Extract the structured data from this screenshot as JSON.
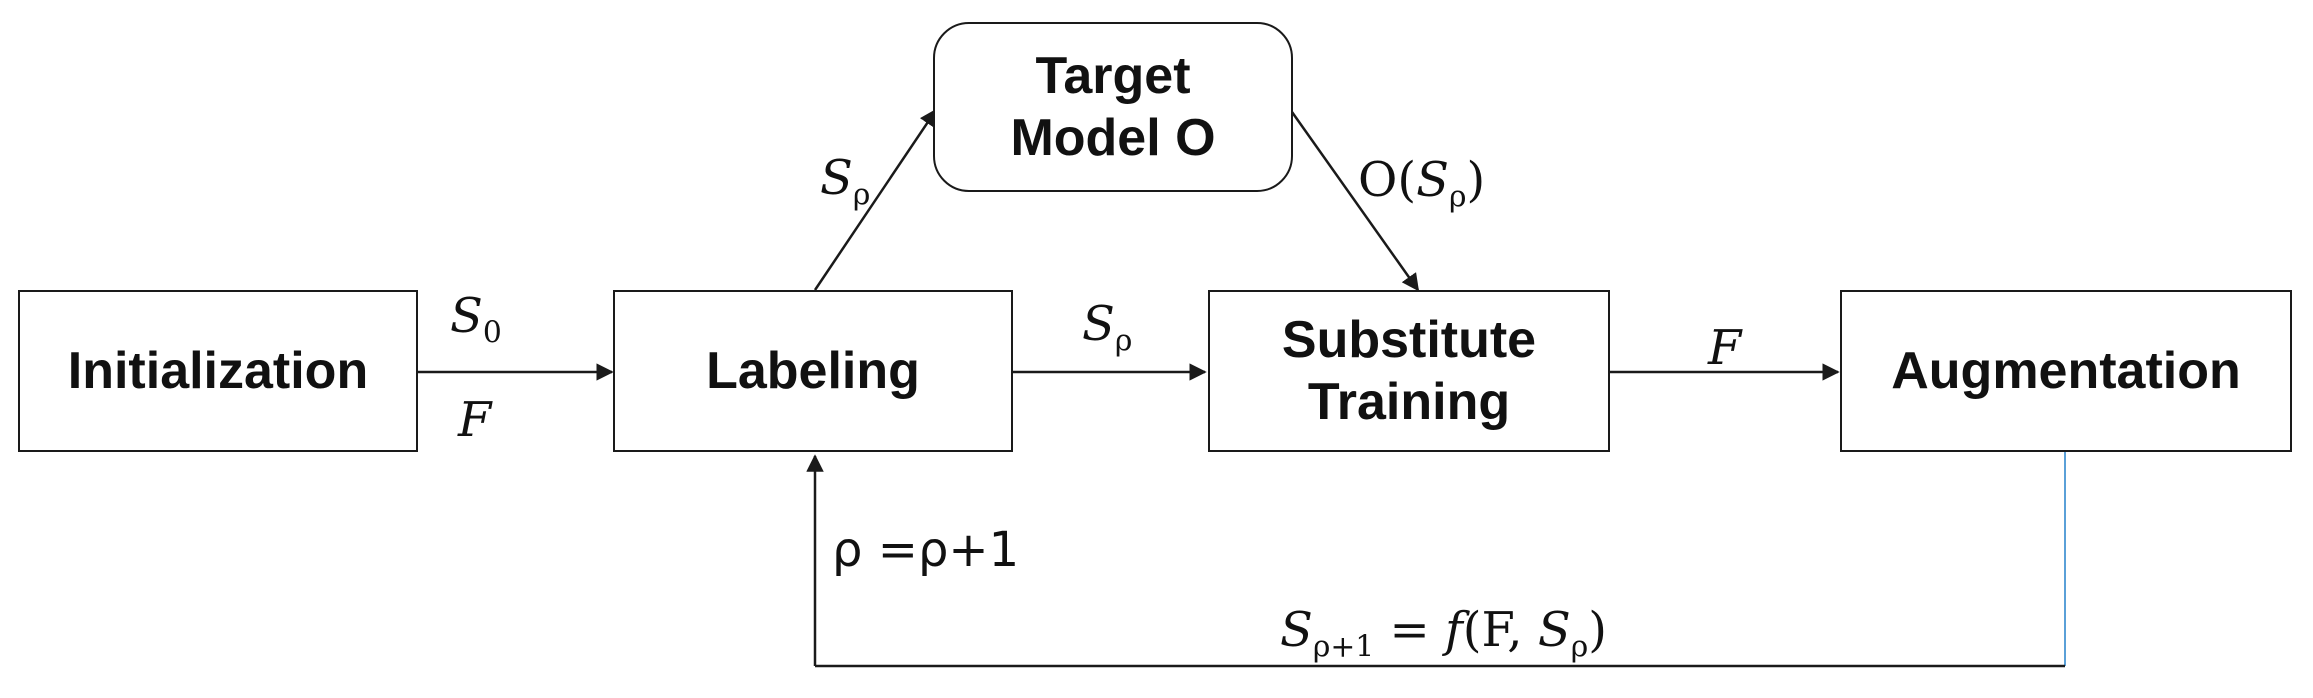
{
  "nodes": {
    "initialization": "Initialization",
    "labeling": "Labeling",
    "target_model_line1": "Target",
    "target_model_line2": "Model O",
    "substitute_line1": "Substitute",
    "substitute_line2": "Training",
    "augmentation": "Augmentation"
  },
  "edges": {
    "init_to_label_top": {
      "base": "S",
      "sub": "0"
    },
    "init_to_label_bottom": "F",
    "label_to_target": {
      "base": "S",
      "sub": "ρ"
    },
    "target_to_sub": {
      "pre": "O(",
      "base": "S",
      "sub": "ρ",
      "post": ")"
    },
    "label_to_sub": {
      "base": "S",
      "sub": "ρ"
    },
    "sub_to_aug": "F",
    "loop_update": "ρ =ρ+1",
    "loop_formula": {
      "base": "S",
      "sub": "ρ+1",
      "rest": " = ",
      "fn": "f",
      "args_pre": "(F, ",
      "args_base": "S",
      "args_sub": "ρ",
      "args_post": ")"
    }
  },
  "colors": {
    "line": "#1a1a1a",
    "loop_segment": "#5aa0d8"
  }
}
